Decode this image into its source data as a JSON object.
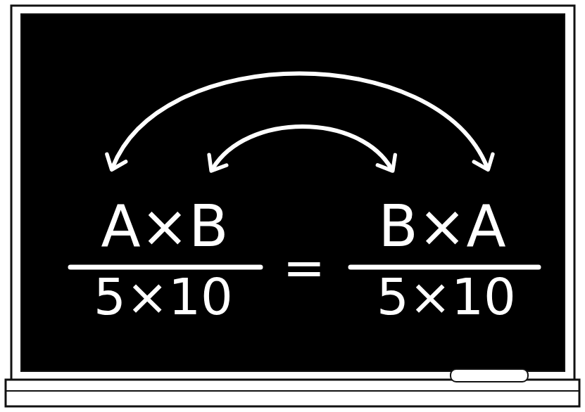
{
  "diagram": {
    "labels": [
      "A×B",
      "5×10",
      "=",
      "B×A",
      "5×10"
    ]
  }
}
